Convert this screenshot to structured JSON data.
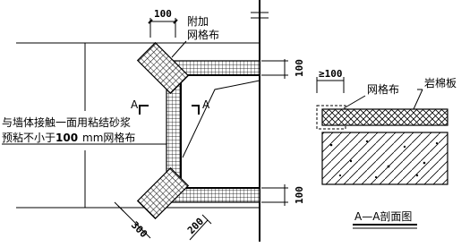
{
  "left_detail": {
    "dim_top": "100",
    "label_additional": "附加",
    "label_mesh_top": "网格布",
    "section_mark_left": "A",
    "section_mark_right": "A",
    "note_line1": "与墙体接触一面用粘结砂浆",
    "note_line2_prefix": "预粘不小于",
    "note_line2_value": "100",
    "note_line2_suffix": "mm网格布",
    "dim_right_top": "100",
    "dim_right_bottom": "100",
    "dim_bottom_left": "300",
    "dim_bottom_right": "200"
  },
  "section_detail": {
    "dim_top": "≥100",
    "label_mesh": "网格布",
    "label_insulation": "岩棉板",
    "title": "A—A剖面图"
  }
}
